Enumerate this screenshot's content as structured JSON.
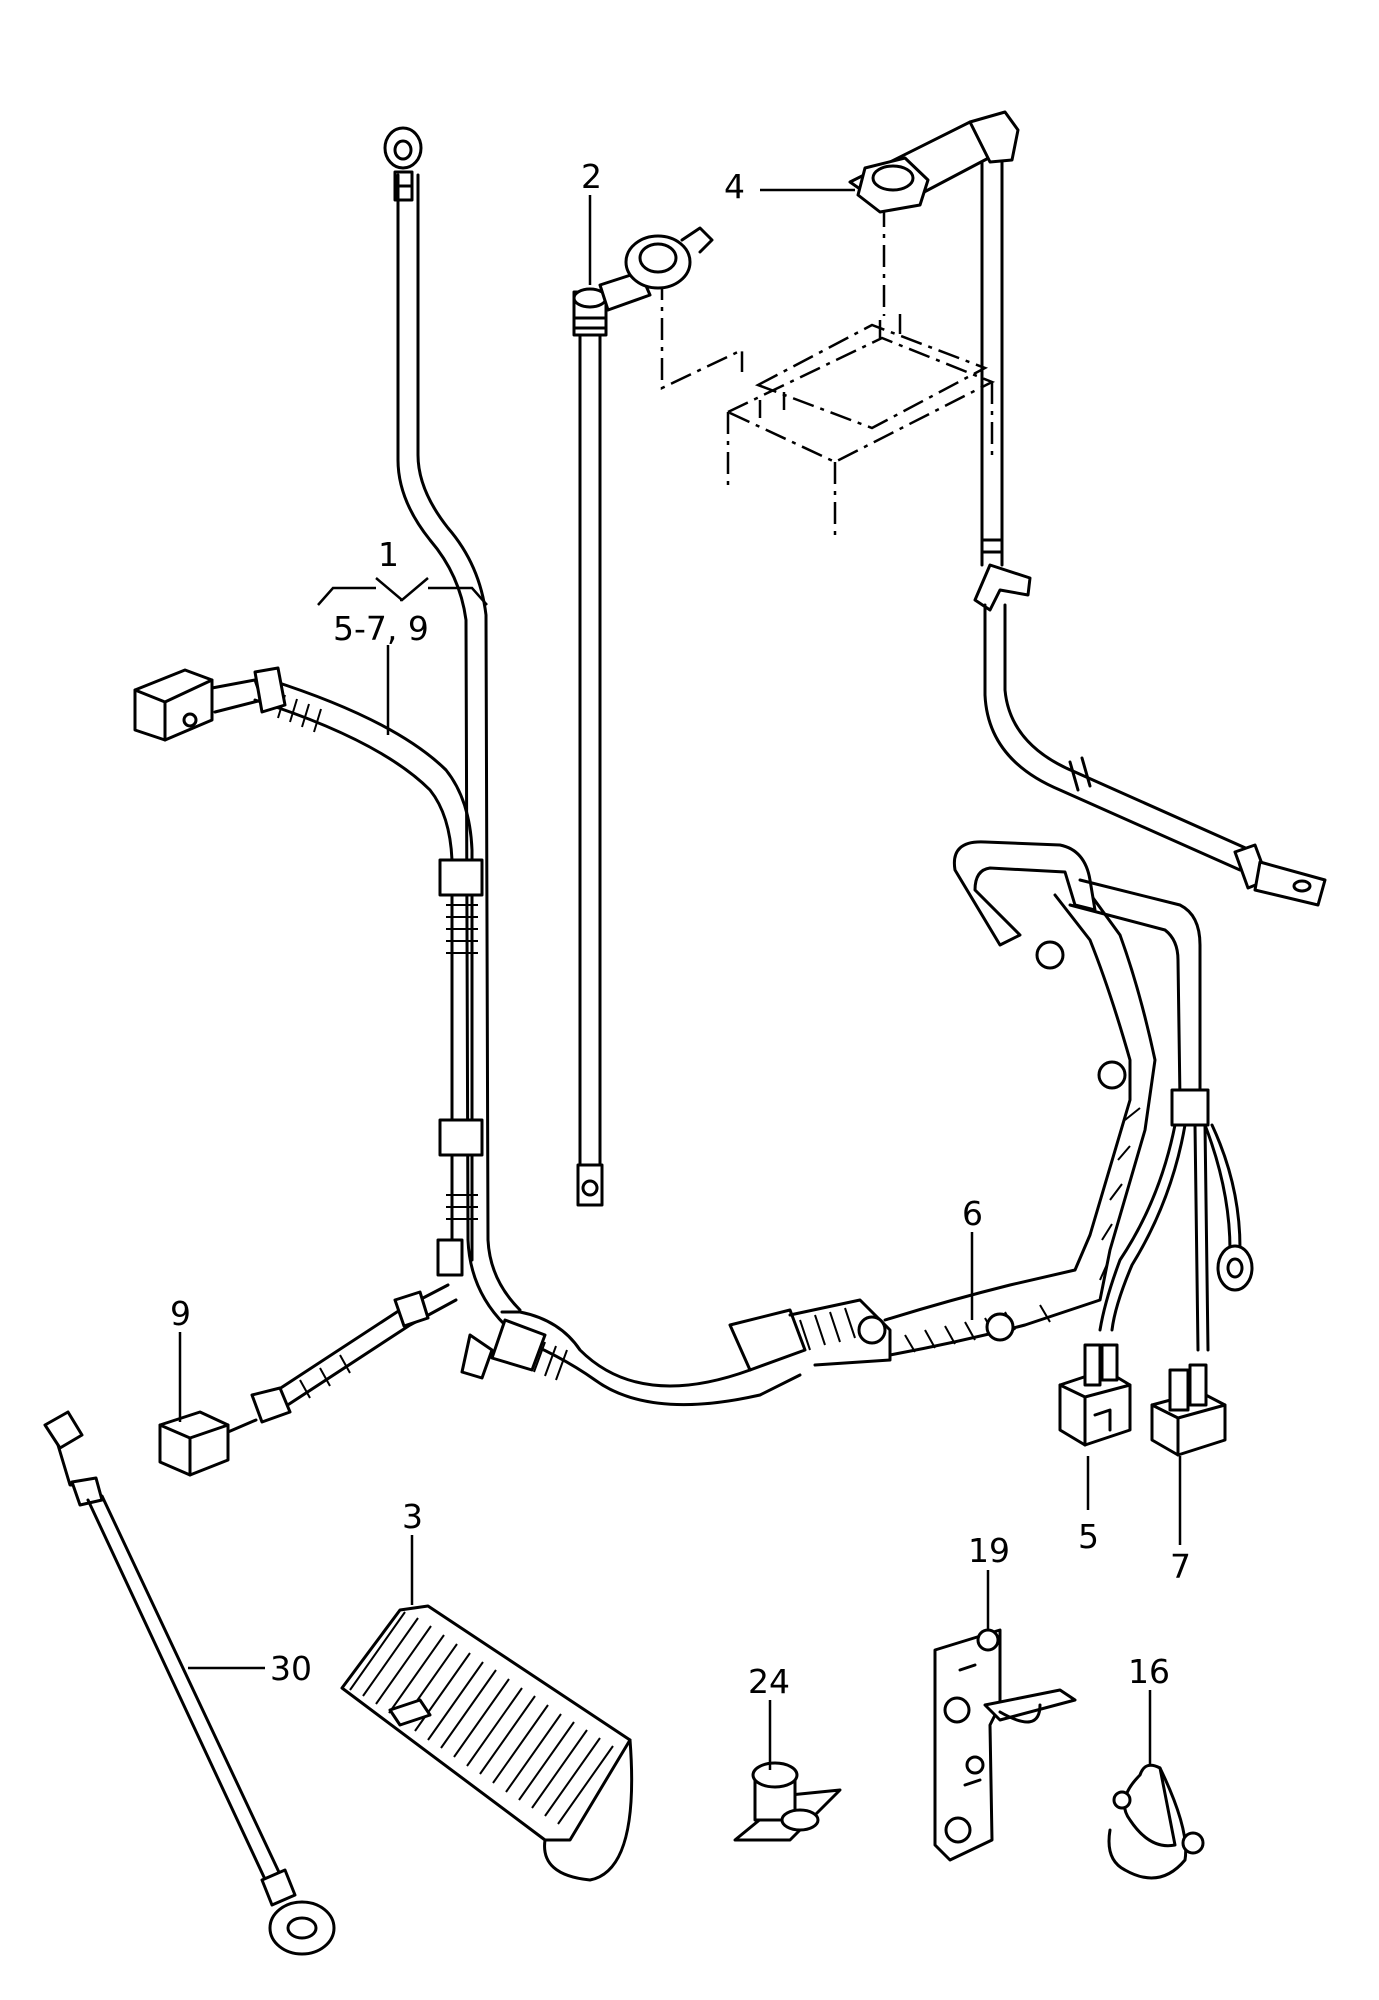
{
  "callouts": {
    "c1": "1",
    "c1_sub": "5-7, 9",
    "c2": "2",
    "c3": "3",
    "c4": "4",
    "c5": "5",
    "c6": "6",
    "c7": "7",
    "c9": "9",
    "c16": "16",
    "c19": "19",
    "c24": "24",
    "c30": "30"
  }
}
